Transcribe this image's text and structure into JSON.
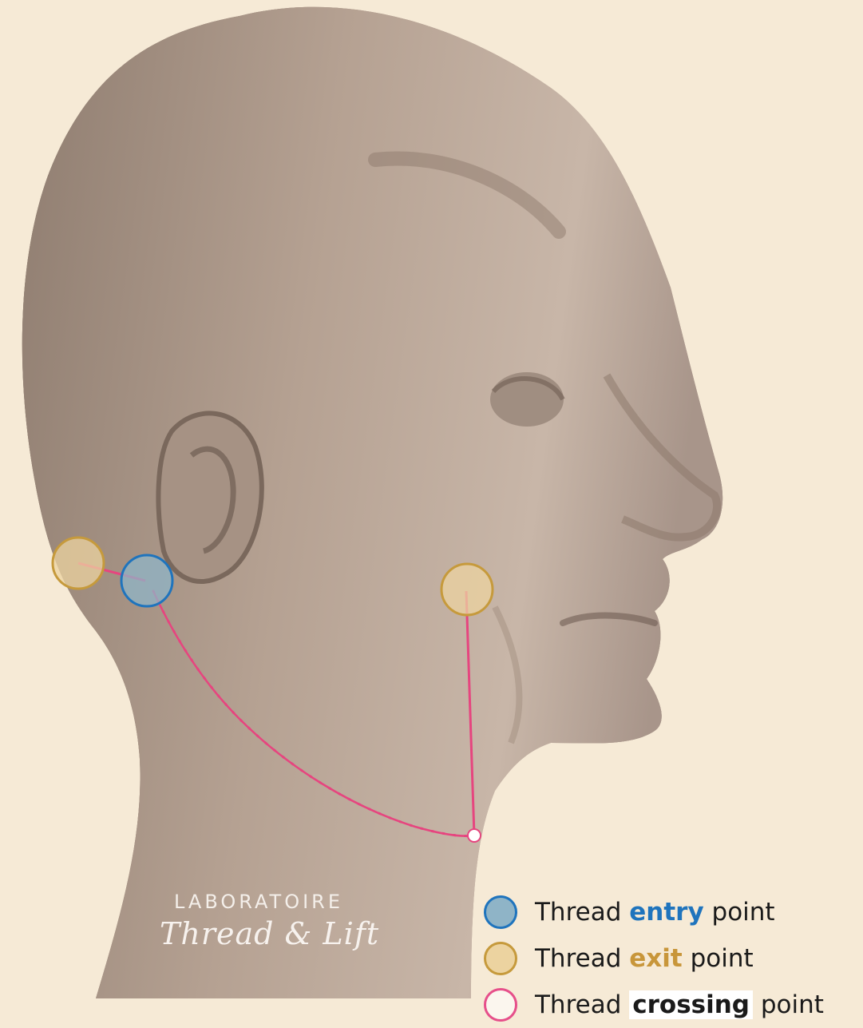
{
  "logo": {
    "line1": "LABORATOIRE",
    "line2": "Thread & Lift"
  },
  "legend": [
    {
      "before": "Thread ",
      "keyword": "entry",
      "after": " point",
      "icon": "entry-circle-icon",
      "color": "#1f74bd"
    },
    {
      "before": "Thread ",
      "keyword": "exit",
      "after": " point",
      "icon": "exit-circle-icon",
      "color": "#c8963a"
    },
    {
      "before": "Thread ",
      "keyword": "crossing",
      "after": " point",
      "icon": "crossing-circle-icon",
      "color": "#e64f8a"
    }
  ],
  "colors": {
    "background": "#f6ead6",
    "skin": "#b8a596",
    "thread": "#e6457f",
    "entry": "#1f74bd",
    "exit": "#c69a3c"
  }
}
